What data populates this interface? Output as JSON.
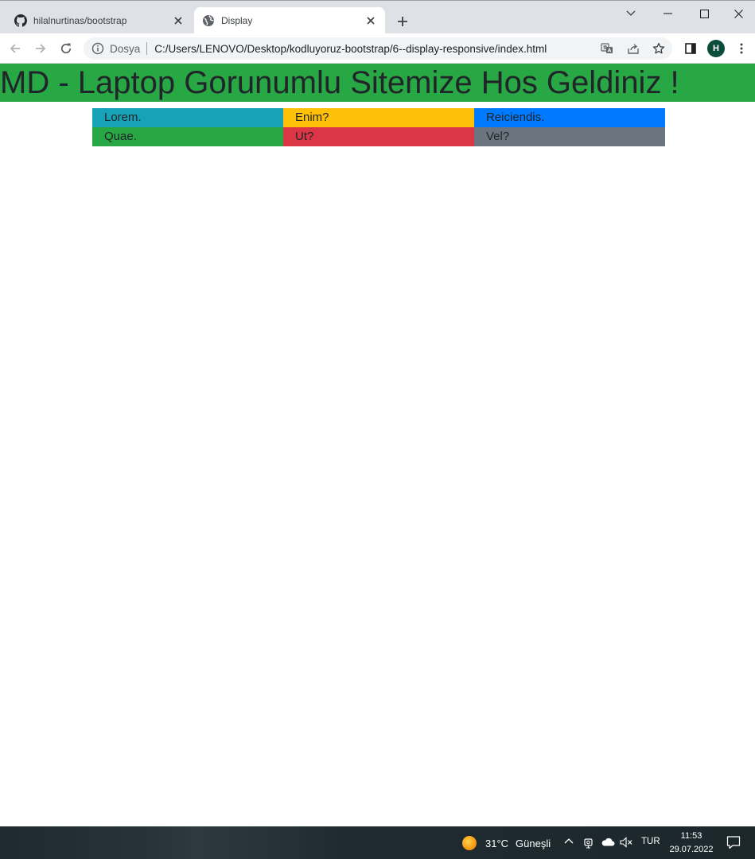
{
  "browser": {
    "tabs": [
      {
        "title": "hilalnurtinas/bootstrap",
        "favicon": "github-icon",
        "active": false
      },
      {
        "title": "Display",
        "favicon": "globe-icon",
        "active": true
      }
    ],
    "omnibox": {
      "security_label": "Dosya",
      "url": "C:/Users/LENOVO/Desktop/kodluyoruz-bootstrap/6--display-responsive/index.html"
    },
    "profile_initial": "H"
  },
  "page": {
    "heading": "MD - Laptop Gorunumlu Sitemize Hos Geldiniz !",
    "heading_bg": "#28a745",
    "rows": [
      [
        {
          "text": "Lorem.",
          "bg": "#17a2b8"
        },
        {
          "text": "Enim?",
          "bg": "#ffc107"
        },
        {
          "text": "Reiciendis.",
          "bg": "#007bff"
        }
      ],
      [
        {
          "text": "Quae.",
          "bg": "#28a745"
        },
        {
          "text": "Ut?",
          "bg": "#dc3545"
        },
        {
          "text": "Vel?",
          "bg": "#6c757d"
        }
      ]
    ]
  },
  "taskbar": {
    "weather_temp": "31°C",
    "weather_desc": "Güneşli",
    "language": "TUR",
    "time": "11:53",
    "date": "29.07.2022"
  }
}
